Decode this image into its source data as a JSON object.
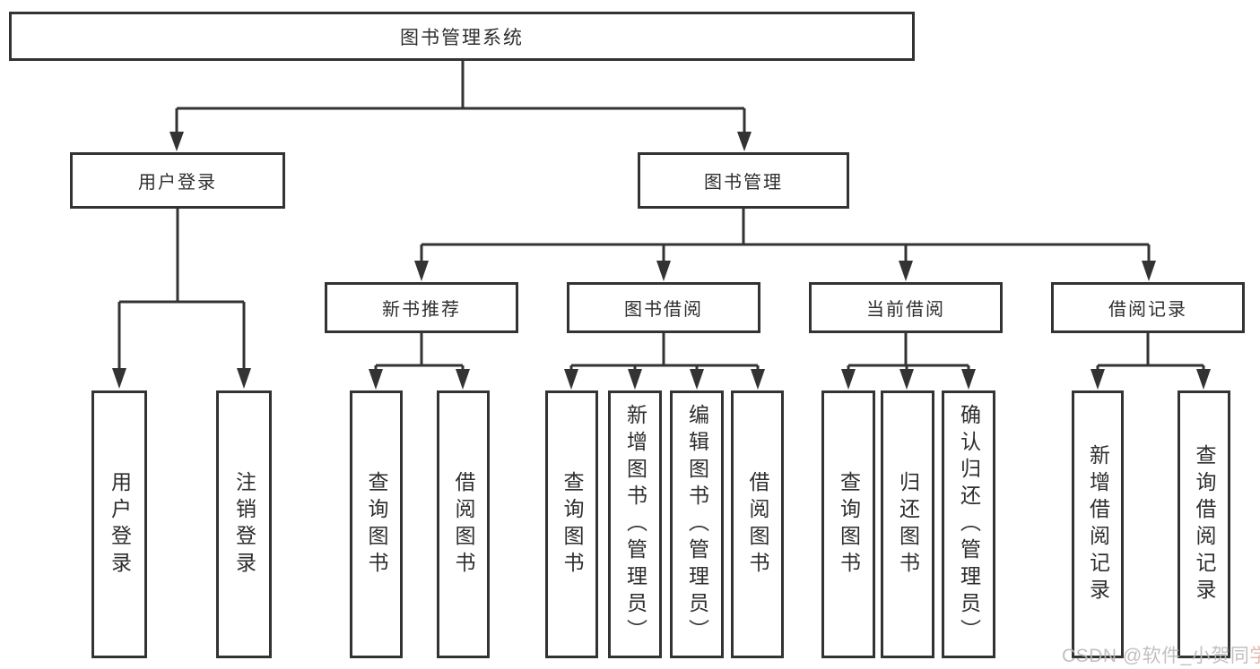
{
  "diagram_title": "图书管理系统",
  "nodes": {
    "root": "图书管理系统",
    "level2": {
      "user_login": "用户登录",
      "book_mgmt": "图书管理"
    },
    "level3": {
      "new_books": "新书推荐",
      "book_borrow": "图书借阅",
      "current_borrow": "当前借阅",
      "borrow_records": "借阅记录"
    },
    "leaves": {
      "user_login": [
        "用户登录",
        "注销登录"
      ],
      "new_books": [
        "查询图书",
        "借阅图书"
      ],
      "book_borrow": [
        "查询图书",
        "新增图书（管理员）",
        "编辑图书（管理员）",
        "借阅图书"
      ],
      "current_borrow": [
        "查询图书",
        "归还图书",
        "确认归还（管理员）"
      ],
      "borrow_records": [
        "新增借阅记录",
        "查询借阅记录"
      ]
    }
  },
  "watermark": {
    "text": "CSDN @软件_小贺同学",
    "prefix": "CSDN @软件_小贺同",
    "suffix": "学"
  },
  "colors": {
    "line": "#333333",
    "text": "#2e2e2e",
    "background": "#ffffff",
    "watermark": "#bdb9b9"
  }
}
